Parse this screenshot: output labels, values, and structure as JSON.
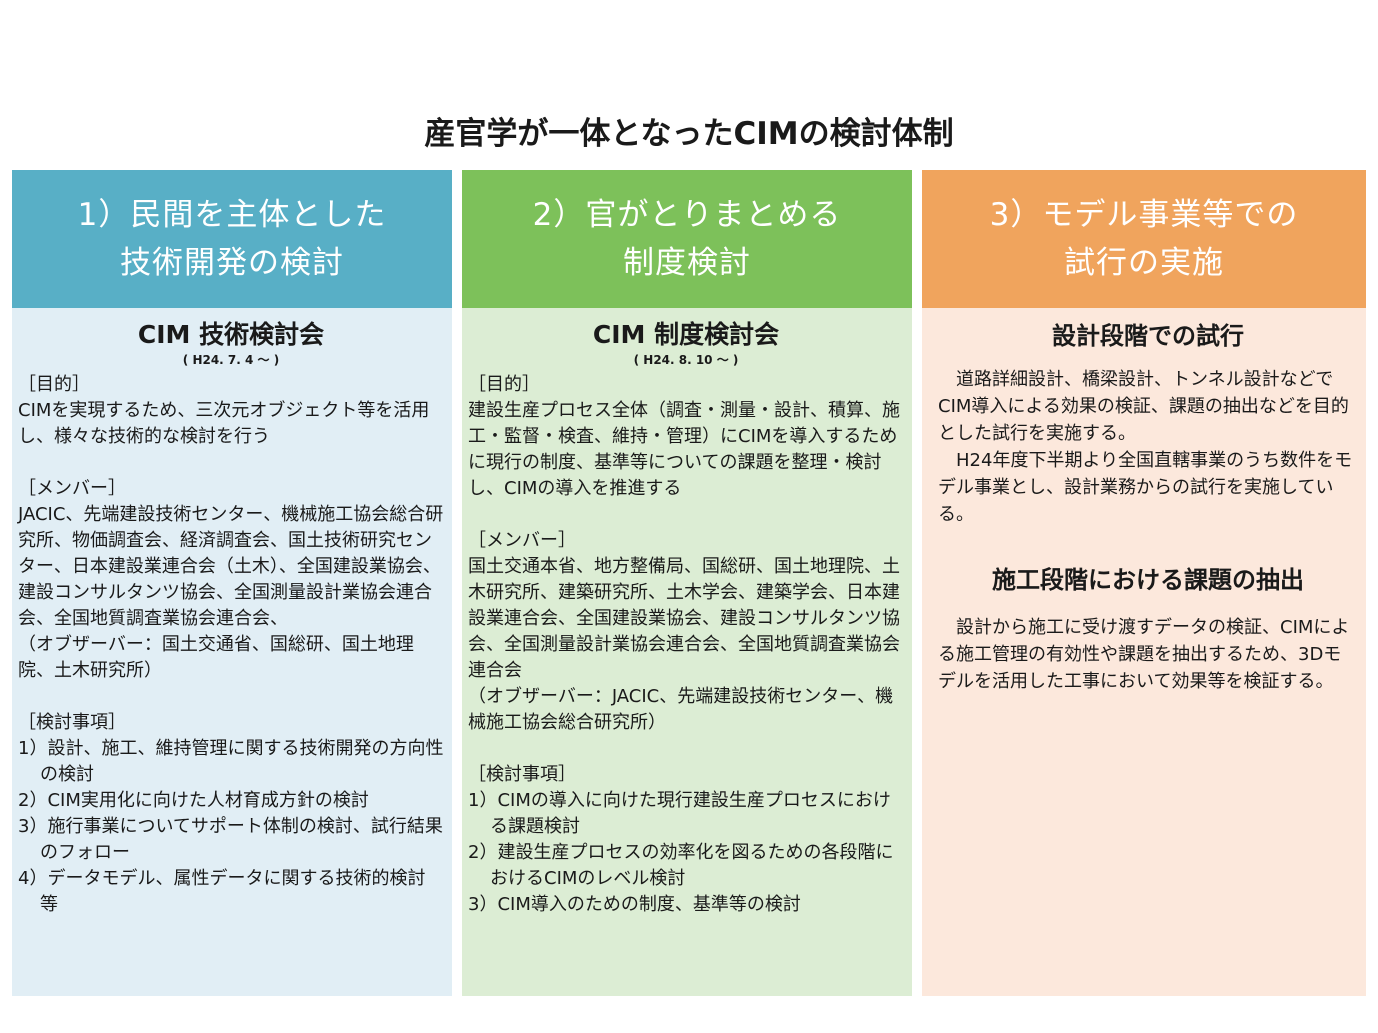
{
  "title": "産官学が一体となったCIMの検討体制",
  "columns": [
    {
      "header_line1": "1）民間を主体とした",
      "header_line2": "技術開発の検討",
      "committee": "CIM 技術検討会",
      "date": "( H24. 7. 4 ～ )",
      "purpose_label": "［目的］",
      "purpose_text": "CIMを実現するため、三次元オブジェクト等を活用し、様々な技術的な検討を行う",
      "members_label": "［メンバー］",
      "members_text": "JACIC、先端建設技術センター、機械施工協会総合研究所、物価調査会、経済調査会、国土技術研究センター、日本建設業連合会（土木）、全国建設業協会、建設コンサルタンツ協会、全国測量設計業協会連合会、全国地質調査業協会連合会、",
      "observers_text": "（オブザーバー：国土交通省、国総研、国土地理院、土木研究所）",
      "items_label": "［検討事項］",
      "items": [
        "1）設計、施工、維持管理に関する技術開発の方向性の検討",
        "2）CIM実用化に向けた人材育成方針の検討",
        "3）施行事業についてサポート体制の検討、試行結果のフォロー",
        "4）データモデル、属性データに関する技術的検討　等"
      ]
    },
    {
      "header_line1": "2）官がとりまとめる",
      "header_line2": "制度検討",
      "committee": "CIM 制度検討会",
      "date": "( H24. 8. 10 ～ )",
      "purpose_label": "［目的］",
      "purpose_text": "建設生産プロセス全体（調査・測量・設計、積算、施工・監督・検査、維持・管理）にCIMを導入するために現行の制度、基準等についての課題を整理・検討し、CIMの導入を推進する",
      "members_label": "［メンバー］",
      "members_text": "国土交通本省、地方整備局、国総研、国土地理院、土木研究所、建築研究所、土木学会、建築学会、日本建設業連合会、全国建設業協会、建設コンサルタンツ協会、全国測量設計業協会連合会、全国地質調査業協会連合会",
      "observers_text": "（オブザーバー：JACIC、先端建設技術センター、機械施工協会総合研究所）",
      "items_label": "［検討事項］",
      "items": [
        "1）CIMの導入に向けた現行建設生産プロセスにおける課題検討",
        "2）建設生産プロセスの効率化を図るための各段階におけるCIMのレベル検討",
        "3）CIM導入のための制度、基準等の検討"
      ]
    },
    {
      "header_line1": "3）モデル事業等での",
      "header_line2": "試行の実施",
      "section1_title": "設計段階での試行",
      "section1_para1": "　道路詳細設計、橋梁設計、トンネル設計などでCIM導入による効果の検証、課題の抽出などを目的とした試行を実施する。",
      "section1_para2": "　H24年度下半期より全国直轄事業のうち数件をモデル事業とし、設計業務からの試行を実施している。",
      "section2_title": "施工段階における課題の抽出",
      "section2_para": "　設計から施工に受け渡すデータの検証、CIMによる施工管理の有効性や課題を抽出するため、3Dモデルを活用した工事において効果等を検証する。"
    }
  ],
  "colors": {
    "col1_header": "#58afc6",
    "col1_body": "#e1eef5",
    "col2_header": "#7dc15a",
    "col2_body": "#dcedd4",
    "col3_header": "#f0a45d",
    "col3_body": "#fce8dc"
  }
}
